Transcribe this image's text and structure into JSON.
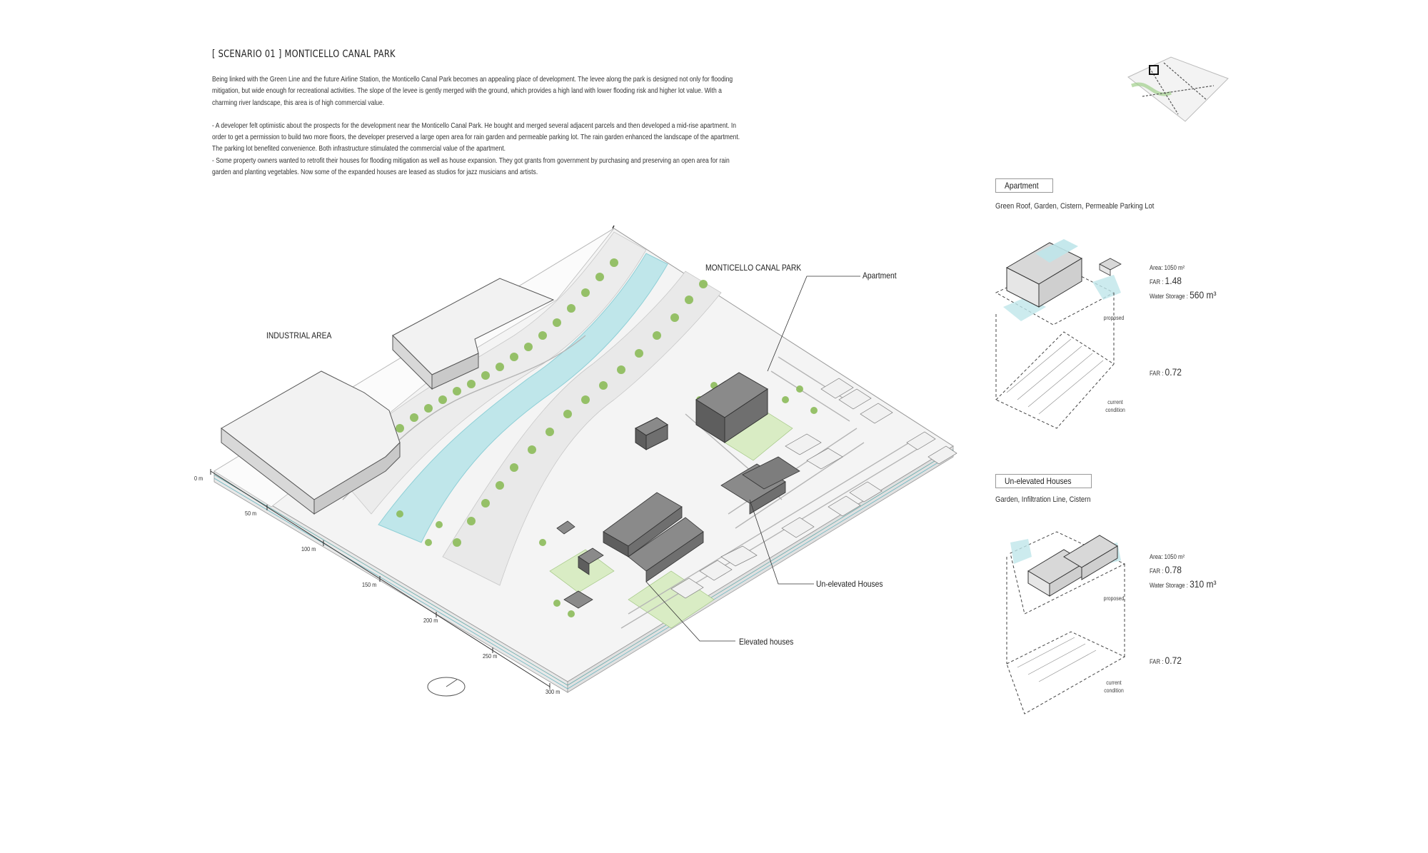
{
  "header": {
    "title": "[ SCENARIO 01 ] MONTICELLO CANAL PARK",
    "paragraphs": [
      "Being linked with the Green Line and the future Airline Station, the Monticello Canal Park becomes an appealing place of development. The levee along the park is designed not only for flooding mitigation, but wide enough for recreational activities. The slope of the levee is gently merged with the ground, which provides a high land with lower flooding risk and higher lot value. With a charming river landscape, this area is of high commercial value.",
      "- A developer felt optimistic about the prospects for the development near the Monticello Canal Park. He bought and merged several adjacent parcels and then developed a mid-rise apartment. In order to get a permission to build two more floors, the developer preserved a large open area for rain garden and permeable parking lot. The rain garden enhanced the landscape of the apartment. The parking lot benefited convenience. Both infrastructure stimulated the commercial value of the apartment.",
      "- Some property owners wanted to retrofit their houses for flooding mitigation as well as house expansion. They got grants from government by purchasing and preserving an open area for rain garden and planting vegetables. Now some of the expanded houses are leased as studios for jazz musicians and artists."
    ]
  },
  "map": {
    "labels": {
      "industrial": "INDUSTRIAL AREA",
      "park": "MONTICELLO CANAL PARK",
      "apartment": "Apartment",
      "unelevated": "Un-elevated Houses",
      "elevated": "Elevated houses"
    },
    "scale_ticks": [
      "0 m",
      "50 m",
      "100 m",
      "150 m",
      "200 m",
      "250 m",
      "300 m"
    ]
  },
  "panels": [
    {
      "title": "Apartment",
      "features": "Green Roof, Garden, Cistern, Permeable Parking Lot",
      "proposed": {
        "area_label": "Area: 1050 m²",
        "far_label": "FAR :",
        "far_value": "1.48",
        "water_label": "Water Storage :",
        "water_value": "560 m³",
        "caption": "proposed"
      },
      "current": {
        "far_label": "FAR :",
        "far_value": "0.72",
        "caption_line1": "current",
        "caption_line2": "condition"
      }
    },
    {
      "title": "Un-elevated Houses",
      "features": "Garden, Infiltration Line, Cistern",
      "proposed": {
        "area_label": "Area: 1050 m²",
        "far_label": "FAR :",
        "far_value": "0.78",
        "water_label": "Water Storage :",
        "water_value": "310 m³",
        "caption": "proposed"
      },
      "current": {
        "far_label": "FAR :",
        "far_value": "0.72",
        "caption_line1": "current",
        "caption_line2": "condition"
      }
    }
  ],
  "colors": {
    "water": "#bfe6ea",
    "tree": "#8cbc5a",
    "building_dark": "#666666",
    "building_light": "#ececec",
    "grass": "#d9ecc4"
  }
}
